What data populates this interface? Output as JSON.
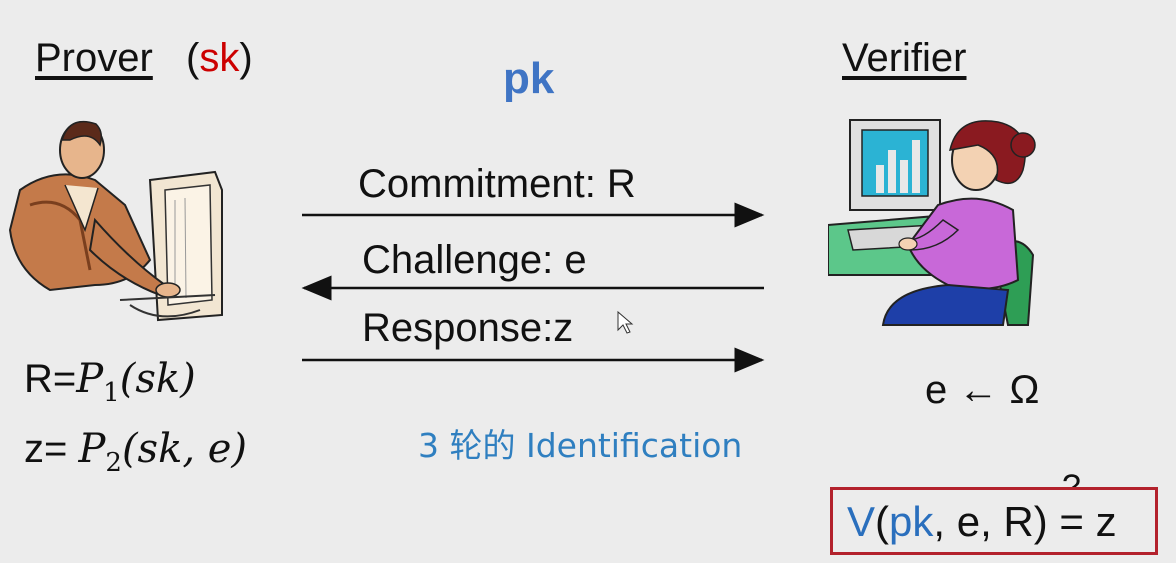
{
  "prover": {
    "label": "Prover",
    "secret_label": "sk",
    "paren_open": "(",
    "paren_close": ")"
  },
  "public_key": "pk",
  "verifier": {
    "label": "Verifier"
  },
  "messages": [
    {
      "label": "Commitment: R",
      "direction": "prover-to-verifier"
    },
    {
      "label": "Challenge: e",
      "direction": "verifier-to-prover"
    },
    {
      "label": "Response:z",
      "direction": "prover-to-verifier"
    }
  ],
  "prover_formulas": {
    "r": {
      "lhs": "R=",
      "func": "P",
      "sub": "1",
      "args": "(sk)"
    },
    "z": {
      "lhs": "z= ",
      "func": "P",
      "sub": "2",
      "args": "(sk, e)"
    }
  },
  "challenge_sampling": "e ← Ω",
  "note": "3 轮的 Identification",
  "verification": {
    "func": "V",
    "open": "(",
    "pk": "pk",
    "rest": ", e, R) = z",
    "qmark": "?"
  },
  "colors": {
    "red": "#cc0000",
    "blue": "#2a6fbd",
    "pk_blue": "#3f74c4",
    "box_red": "#b3222c"
  },
  "icons": [
    "man-at-computer-icon",
    "woman-at-computer-icon"
  ]
}
